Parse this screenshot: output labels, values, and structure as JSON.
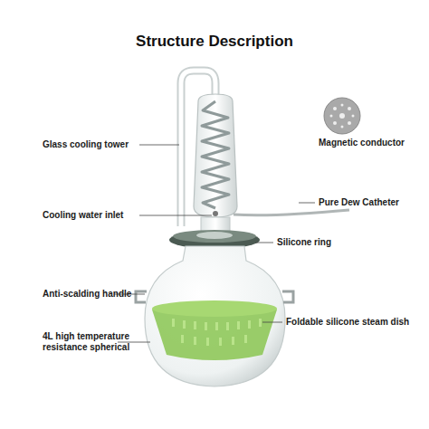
{
  "diagram": {
    "title": "Structure Description",
    "labels": [
      "Glass cooling tower",
      "Magnetic conductor",
      "Cooling water inlet",
      "Pure Dew Catheter",
      "Silicone ring",
      "Anti-scalding handle",
      "Foldable silicone steam dish",
      "4L high temperature resistance spherical"
    ]
  }
}
